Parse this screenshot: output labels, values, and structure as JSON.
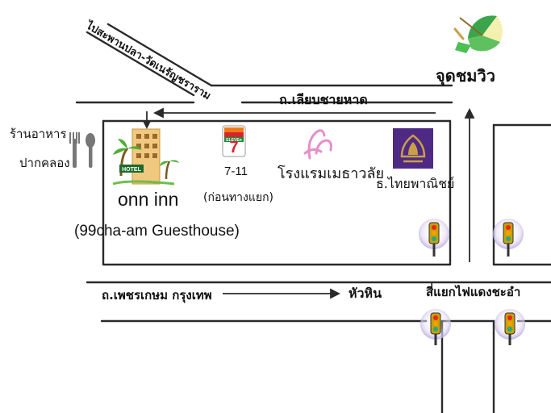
{
  "map": {
    "diagonal_road_label": "ไปสะพานปลา-วัดเนรัญชราราม",
    "beach_road_label": "ถ.เลียบชายหาด",
    "viewpoint_label": "จุดชมวิว",
    "restaurant_label_line1": "ร้านอาหาร",
    "restaurant_label_line2": "ปากคลอง",
    "hotel_sign": "HOTEL",
    "hotel_name": "onn inn",
    "hotel_subname": "(99cha-am Guesthouse)",
    "seven_eleven_logo_text": "ELEVEn",
    "seven_eleven_label": "7-11",
    "seven_eleven_note": "(ก่อนทางแยก)",
    "metha_hotel_label": "โรงแรมเมธาวลัย",
    "bank_label": "ธ.ไทยพาณิชย์",
    "main_road_label": "ถ.เพชรเกษม กรุงเทพ",
    "hua_hin_label": "หัวหิน",
    "intersection_label": "สี่แยกไฟแดงชะอำ",
    "colors": {
      "seven_green": "#1a8a3a",
      "seven_orange": "#f07a1a",
      "seven_red": "#d8232a",
      "bank_purple": "#4e2a84",
      "bank_gold": "#c9a046",
      "metha_pink": "#e58fc8"
    }
  }
}
